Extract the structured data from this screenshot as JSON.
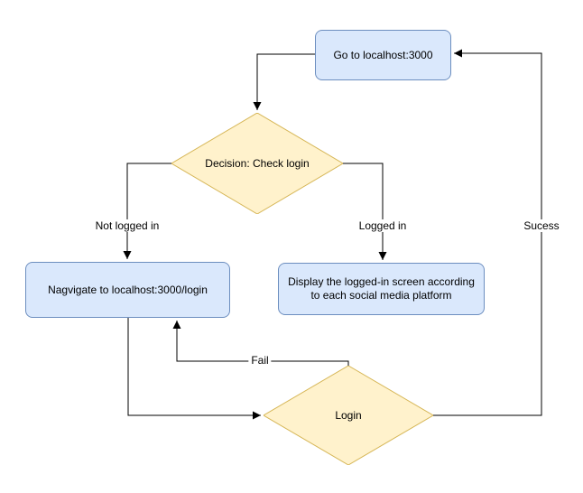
{
  "diagram": {
    "type": "flowchart",
    "nodes": [
      {
        "id": "goto-localhost",
        "shape": "rounded-rect",
        "label": "Go to localhost:3000",
        "fill": "#dae8fc",
        "border": "#6c8ebf"
      },
      {
        "id": "decision-check-login",
        "shape": "diamond",
        "label": "Decision: Check login",
        "fill": "#fff2cc",
        "border": "#d6b656"
      },
      {
        "id": "navigate-login-page",
        "shape": "rounded-rect",
        "label": "Nagvigate to localhost:3000/login",
        "fill": "#dae8fc",
        "border": "#6c8ebf"
      },
      {
        "id": "display-logged-in",
        "shape": "rounded-rect",
        "label": "Display the logged-in screen according to each social media platform",
        "fill": "#dae8fc",
        "border": "#6c8ebf"
      },
      {
        "id": "login-decision",
        "shape": "diamond",
        "label": "Login",
        "fill": "#fff2cc",
        "border": "#d6b656"
      }
    ],
    "edges": [
      {
        "from": "goto-localhost",
        "to": "decision-check-login",
        "label": ""
      },
      {
        "from": "decision-check-login",
        "to": "navigate-login-page",
        "label": "Not logged in"
      },
      {
        "from": "decision-check-login",
        "to": "display-logged-in",
        "label": "Logged in"
      },
      {
        "from": "navigate-login-page",
        "to": "login-decision",
        "label": ""
      },
      {
        "from": "login-decision",
        "to": "navigate-login-page",
        "label": "Fail"
      },
      {
        "from": "login-decision",
        "to": "goto-localhost",
        "label": "Sucess"
      }
    ],
    "colors": {
      "node_blue_fill": "#dae8fc",
      "node_blue_border": "#6c8ebf",
      "node_yellow_fill": "#fff2cc",
      "node_yellow_border": "#d6b656",
      "edge_stroke": "#000000",
      "background": "#ffffff"
    }
  }
}
